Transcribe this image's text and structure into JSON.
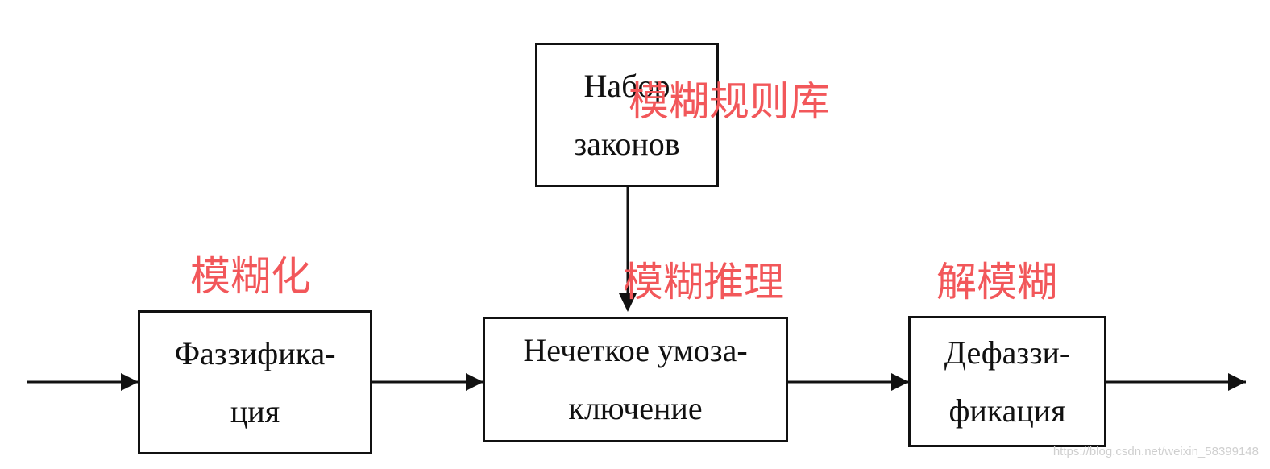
{
  "colors": {
    "line": "#111111",
    "chinese_label": "#f2575a",
    "watermark": "#cfcfcf"
  },
  "blocks": {
    "rule_base": {
      "line1": "Набор",
      "line2": "законов"
    },
    "fuzzification": {
      "line1": "Фаззифика-",
      "line2": "ция"
    },
    "inference": {
      "line1": "Нечеткое умоза-",
      "line2": "ключение"
    },
    "defuzzification": {
      "line1": "Дефаззи-",
      "line2": "фикация"
    }
  },
  "chinese_labels": {
    "rule_base": "模糊规则库",
    "fuzzification": "模糊化",
    "inference": "模糊推理",
    "defuzzification": "解模糊"
  },
  "watermark": "https://blog.csdn.net/weixin_58399148"
}
